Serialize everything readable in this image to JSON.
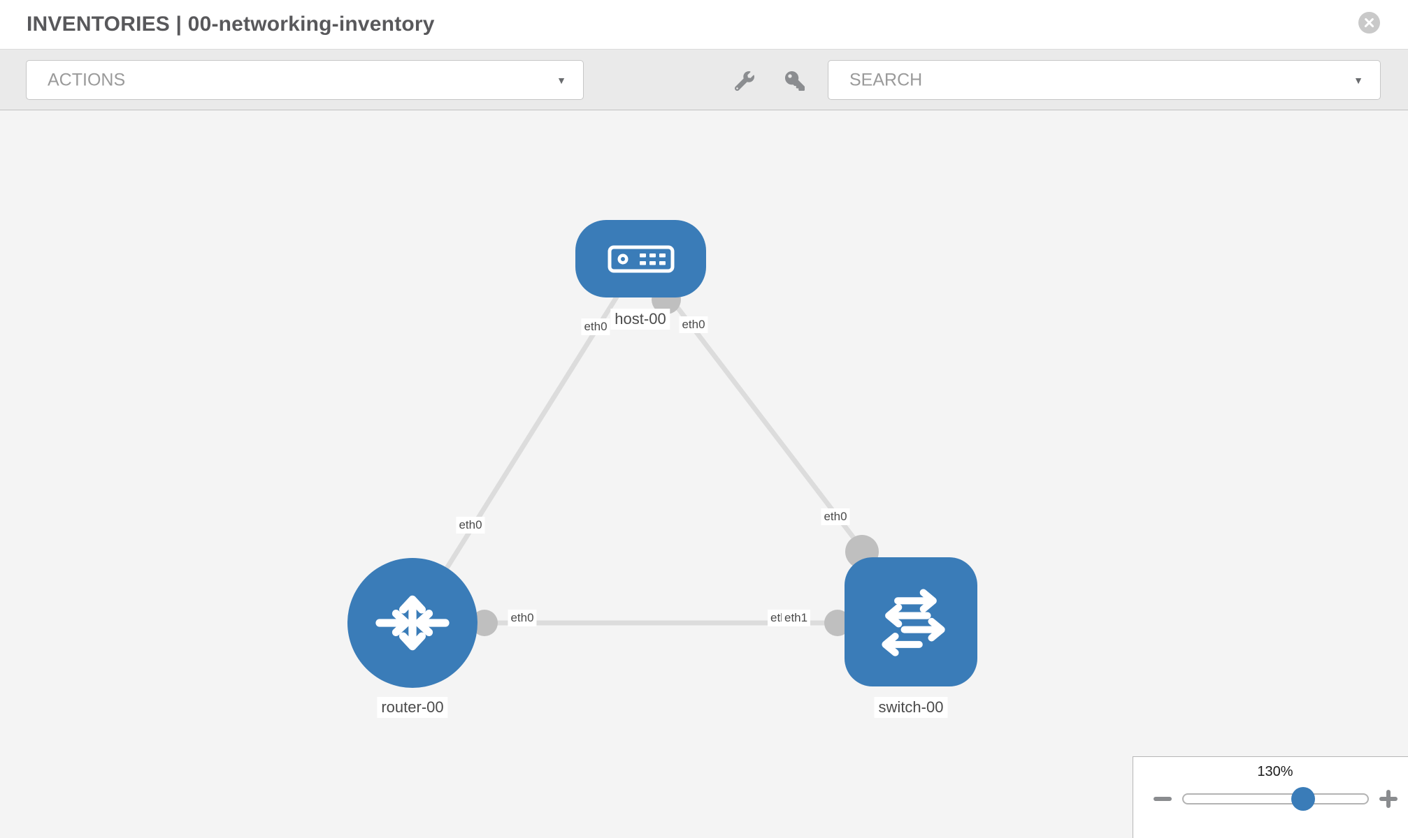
{
  "header": {
    "title": "INVENTORIES | 00-networking-inventory"
  },
  "toolbar": {
    "actions_label": "ACTIONS",
    "search_placeholder": "SEARCH",
    "caret": "▼",
    "icons": [
      "wrench-icon",
      "key-icon"
    ]
  },
  "canvas": {
    "nodes": [
      {
        "id": "host-00",
        "type": "host",
        "label": "host-00",
        "icon": "host-icon"
      },
      {
        "id": "router-00",
        "type": "router",
        "label": "router-00",
        "icon": "router-icon"
      },
      {
        "id": "switch-00",
        "type": "switch",
        "label": "switch-00",
        "icon": "switch-icon"
      }
    ],
    "links": [
      {
        "from": "host-00",
        "from_if": "eth0",
        "to": "router-00",
        "to_if": "eth0"
      },
      {
        "from": "host-00",
        "from_if": "eth0",
        "to": "switch-00",
        "to_if": "eth0"
      },
      {
        "from": "router-00",
        "from_if": "eth0",
        "to": "switch-00",
        "to_if": "eth1"
      }
    ],
    "interface_labels": {
      "host_left": "eth0",
      "host_right": "eth0",
      "near_router_top": "eth0",
      "near_switch_top": "eth0",
      "near_router_right": "eth0",
      "near_switch_left_under": "eth0",
      "near_switch_left_over": "eth1"
    }
  },
  "zoom_control": {
    "percent_label": "130%",
    "percent": 130
  },
  "colors": {
    "node_blue": "#3a7cb8",
    "link_gray": "#dcdcdc",
    "port_gray": "#bfbfbf",
    "toolbar_bg": "#eaeaea",
    "canvas_bg": "#f4f4f4",
    "muted_text": "#9a9a9a",
    "label_text": "#4a4a4a",
    "title_text": "#58585b"
  }
}
